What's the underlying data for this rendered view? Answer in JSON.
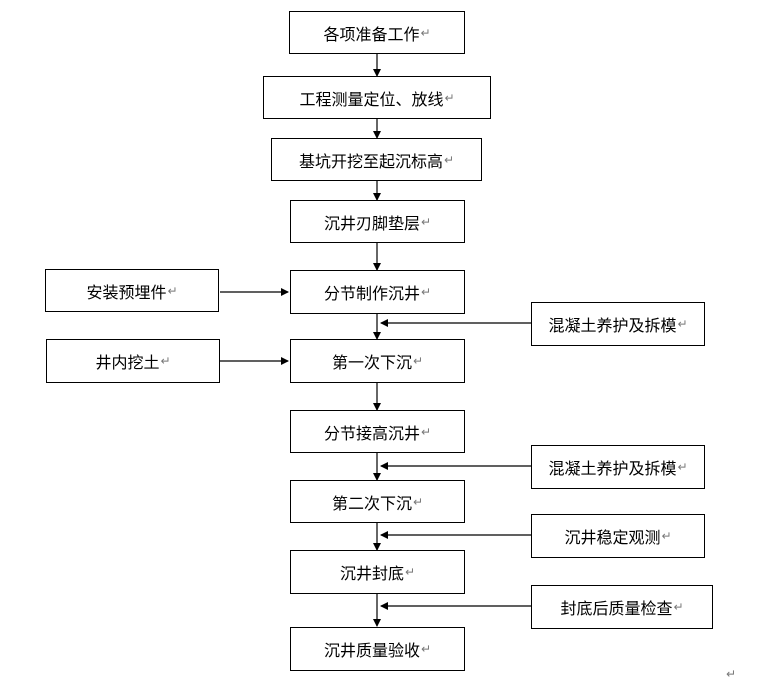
{
  "return_mark": "↵",
  "steps": {
    "prep": "各项准备工作",
    "survey": "工程测量定位、放线",
    "excavate": "基坑开挖至起沉标高",
    "cushion": "沉井刃脚垫层",
    "section_make": "分节制作沉井",
    "first_sink": "第一次下沉",
    "section_raise": "分节接高沉井",
    "second_sink": "第二次下沉",
    "seal": "沉井封底",
    "accept": "沉井质量验收"
  },
  "side": {
    "embed": "安装预埋件",
    "concrete1": "混凝土养护及拆模",
    "dig": "井内挖土",
    "concrete2": "混凝土养护及拆模",
    "monitor": "沉井稳定观测",
    "inspect": "封底后质量检查"
  }
}
